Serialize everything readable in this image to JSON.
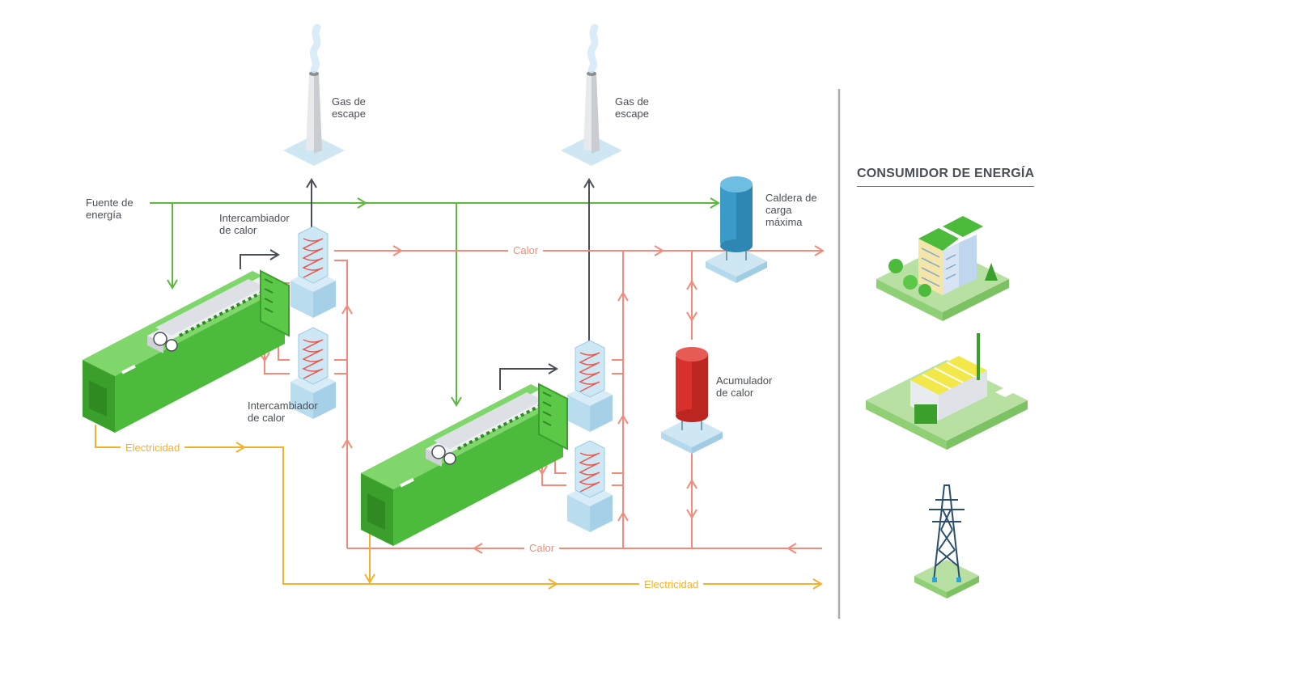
{
  "labels": {
    "exhaust_1": "Gas de\nescape",
    "exhaust_2": "Gas de\nescape",
    "energy_source": "Fuente de\nenergía",
    "heat_exchanger_top": "Intercambiador\nde calor",
    "heat_exchanger_bottom": "Intercambiador\nde calor",
    "peak_boiler": "Caldera de\ncarga\nmáxima",
    "heat_accumulator": "Acumulador\nde calor",
    "heat_flow_top": "Calor",
    "heat_flow_bottom": "Calor",
    "electricity_left": "Electricidad",
    "electricity_right": "Electricidad"
  },
  "consumer": {
    "title": "CONSUMIDOR DE ENERGÍA",
    "items": [
      "building-icon",
      "factory-icon",
      "power-tower-icon"
    ]
  },
  "colors": {
    "energy_line": "#5cb83e",
    "heat_line": "#f28b7a",
    "electricity_line": "#f3b22b",
    "exhaust_line": "#4a4f57",
    "engine_green": "#4cba3a",
    "boiler_blue": "#3a9bc9",
    "accumulator_red": "#d8312c",
    "divider": "#a9adb2"
  }
}
